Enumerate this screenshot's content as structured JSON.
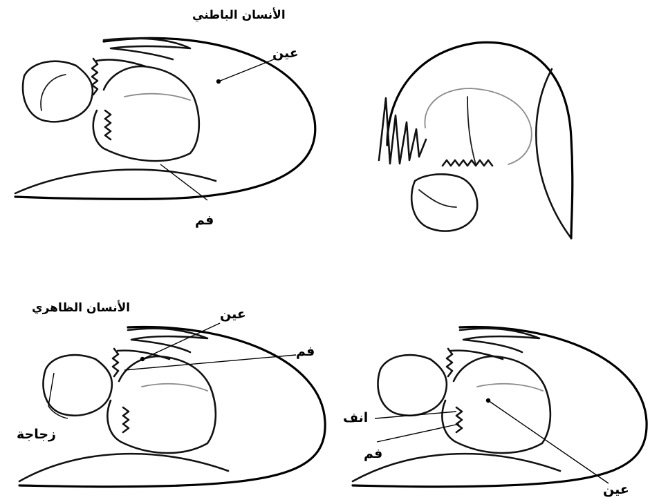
{
  "panels": {
    "top_left": {
      "title": "الأنسان الباطني",
      "labels": {
        "eye": "عين",
        "mouth": "فم"
      }
    },
    "top_right": {},
    "bottom_left": {
      "title": "الأنسان الظاهري",
      "labels": {
        "eye": "عين",
        "mouth": "فم",
        "glass": "زجاجة"
      }
    },
    "bottom_right": {
      "labels": {
        "nose": "انف",
        "mouth": "فم",
        "eye": "عين"
      }
    }
  }
}
